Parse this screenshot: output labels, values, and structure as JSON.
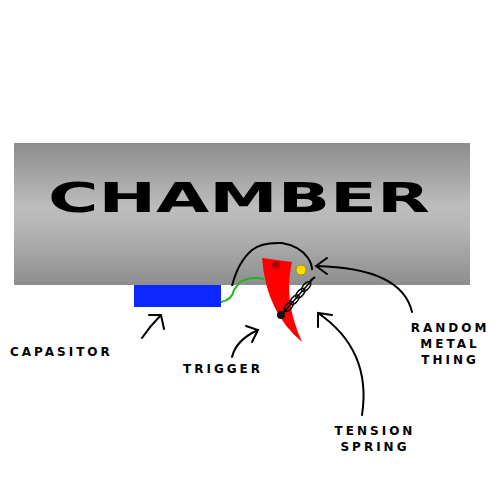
{
  "diagram": {
    "nodes": [
      {
        "text": [
          "CHAMBER"
        ]
      }
    ],
    "labels": [
      "CAPASITOR",
      "TRIGGER",
      "RANDOM METAL THING",
      "TENSION SPRING"
    ]
  }
}
